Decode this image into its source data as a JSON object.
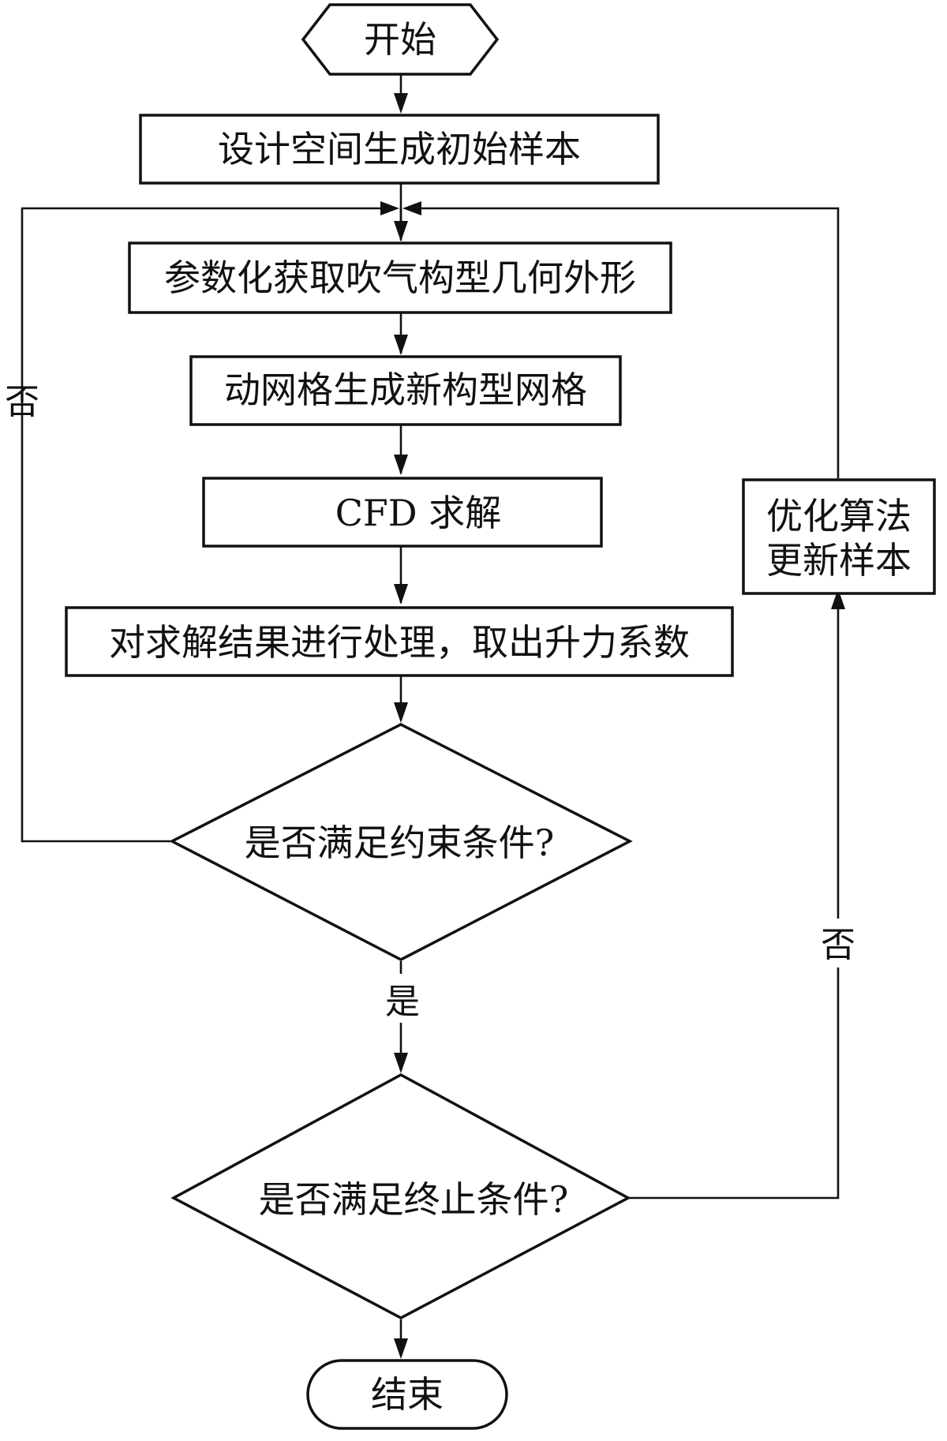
{
  "nodes": {
    "start": "开始",
    "init_samples": "设计空间生成初始样本",
    "param_geometry": "参数化获取吹气构型几何外形",
    "dyn_mesh": "动网格生成新构型网格",
    "cfd": "CFD 求解",
    "postprocess": "对求解结果进行处理，取出升力系数",
    "constraint_check": "是否满足约束条件?",
    "termination_check": "是否满足终止条件?",
    "optimizer_line1": "优化算法",
    "optimizer_line2": "更新样本",
    "end": "结束"
  },
  "edges": {
    "constraint_no": "否",
    "constraint_yes": "是",
    "termination_no": "否"
  },
  "colors": {
    "stroke": "#111111",
    "background": "#ffffff"
  }
}
